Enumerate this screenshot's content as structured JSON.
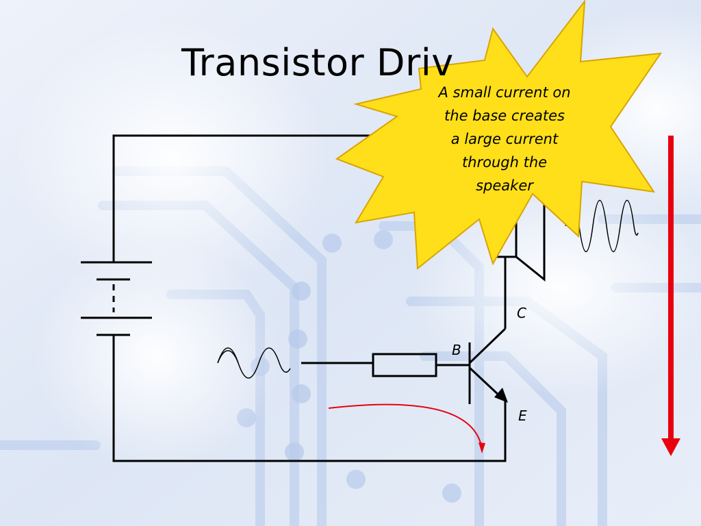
{
  "title": "Transistor Driv",
  "callout": {
    "lines": [
      "A small current on",
      "the base creates",
      "a large current",
      "through the",
      "speaker"
    ]
  },
  "labels": {
    "collector": "C",
    "base": "B",
    "emitter": "E"
  },
  "colors": {
    "current_arrow": "#e8000e",
    "starburst_fill": "#ffdf1a",
    "starburst_stroke": "#d9a400",
    "background_tint": "#dfe8f6",
    "circuit_line": "#000000"
  },
  "icons": [
    "battery-icon",
    "resistor-icon",
    "transistor-icon",
    "speaker-icon",
    "sine-wave-icon",
    "starburst-shape"
  ]
}
